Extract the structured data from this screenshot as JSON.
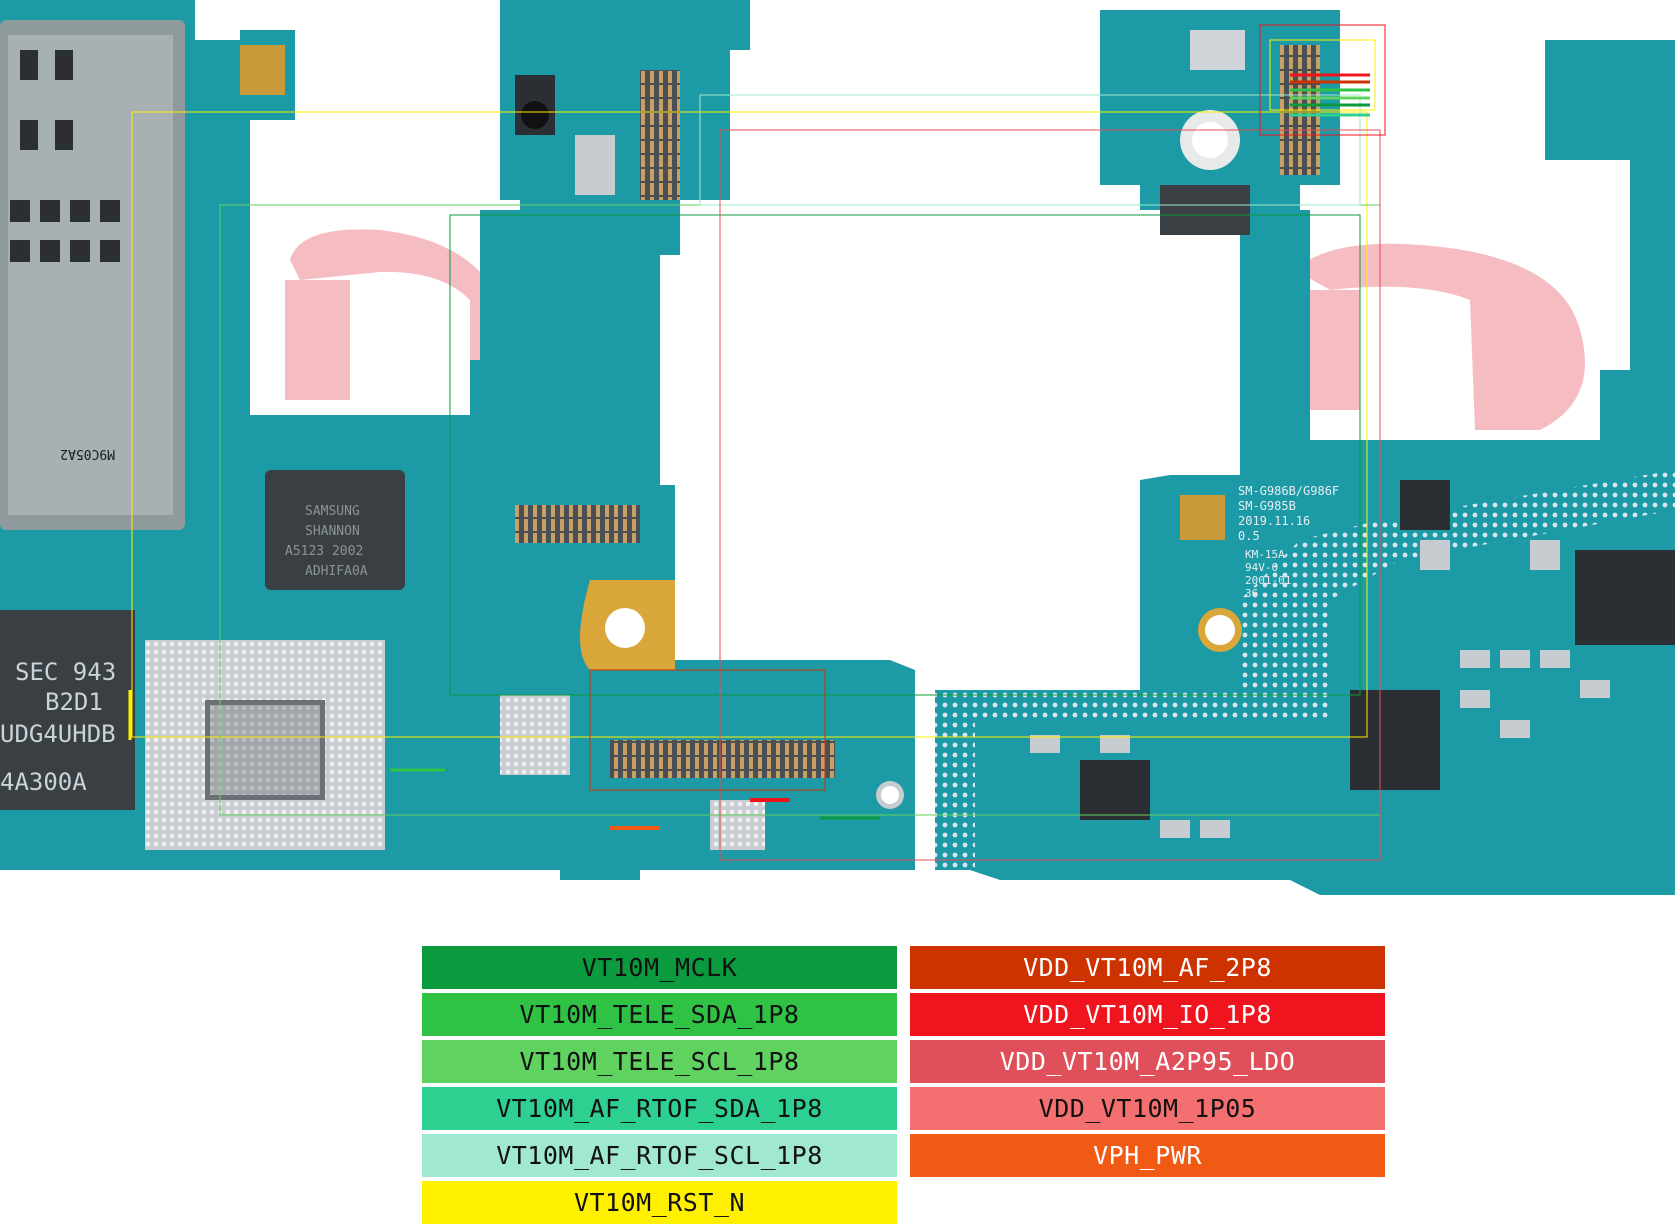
{
  "board": {
    "chip_labels": {
      "modem": [
        "SAMSUNG",
        "SHANNON",
        "A5123  2002",
        "ADHIFA0A"
      ],
      "memory": [
        "SEC 943",
        "B2D1",
        "UDG4UHDB",
        "4A300A"
      ],
      "sim_tray": "M9C05A2",
      "board_id": [
        "SM-G986B/G986F",
        "SM-G985B",
        "2019.11.16",
        "0.5"
      ],
      "mfg": [
        "KM-15A",
        "94V-0",
        "2001-01",
        "36"
      ]
    },
    "colors": {
      "pcb": "#1c9aa6",
      "pcb_dark": "#117783",
      "component": "#3a3f44",
      "watermark": "#f2a7ad"
    }
  },
  "legend": {
    "left": [
      {
        "label": "VT10M_MCLK",
        "color": "#0c9a3e",
        "text_color": "#111111"
      },
      {
        "label": "VT10M_TELE_SDA_1P8",
        "color": "#2fc244",
        "text_color": "#111111"
      },
      {
        "label": "VT10M_TELE_SCL_1P8",
        "color": "#5fd25f",
        "text_color": "#111111"
      },
      {
        "label": "VT10M_AF_RTOF_SDA_1P8",
        "color": "#2ed092",
        "text_color": "#111111"
      },
      {
        "label": "VT10M_AF_RTOF_SCL_1P8",
        "color": "#a0e8cf",
        "text_color": "#111111"
      },
      {
        "label": "VT10M_RST_N",
        "color": "#fff000",
        "text_color": "#111111"
      }
    ],
    "right": [
      {
        "label": "VDD_VT10M_AF_2P8",
        "color": "#cc3300",
        "text_color": "#ffffff"
      },
      {
        "label": "VDD_VT10M_IO_1P8",
        "color": "#f0141e",
        "text_color": "#ffffff"
      },
      {
        "label": "VDD_VT10M_A2P95_LDO",
        "color": "#e0505a",
        "text_color": "#ffffff"
      },
      {
        "label": "VDD_VT10M_1P05",
        "color": "#f47070",
        "text_color": "#111111"
      },
      {
        "label": "VPH_PWR",
        "color": "#f05a14",
        "text_color": "#ffffff"
      }
    ]
  }
}
